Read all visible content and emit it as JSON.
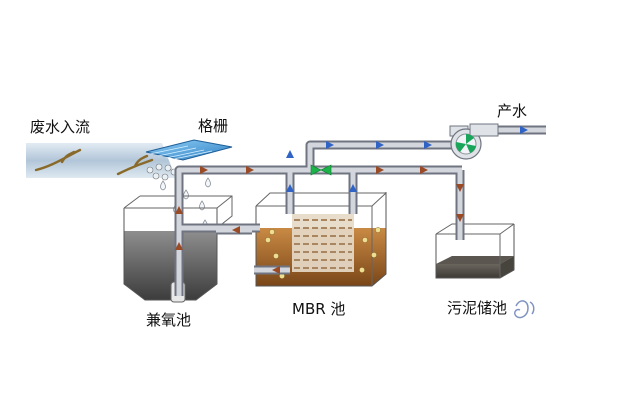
{
  "labels": {
    "wastewater_inflow": "废水入流",
    "bar_screen": "格栅",
    "anoxic_tank": "兼氧池",
    "mbr_tank": "MBR 池",
    "sludge_tank": "污泥储池",
    "product_water": "产水"
  },
  "icons": {
    "pump": "fan-pump-icon",
    "valve": "green-valve-icon"
  },
  "colors": {
    "pipe": "#c9ccd4",
    "pipe_edge": "#6f7480",
    "flow_blue": "#2f63c6",
    "flow_brown": "#9a4a24",
    "mbr_sludge": "#a0642a",
    "anoxic_water": "#6a6a6a",
    "sludge": "#4e4a44",
    "screen": "#5aa6dc",
    "valve": "#1cb34a",
    "pump_blade": "#19a55a"
  }
}
